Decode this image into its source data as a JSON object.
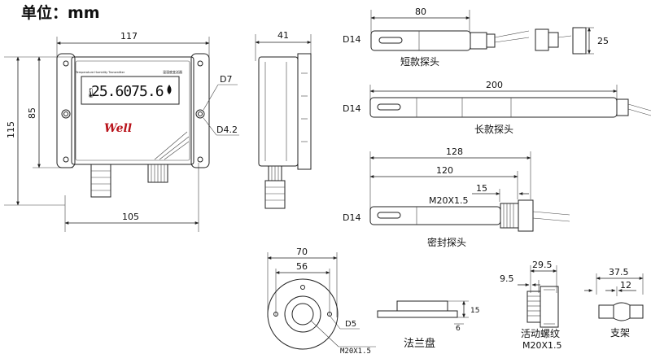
{
  "header": {
    "unit_label": "单位：mm"
  },
  "housing": {
    "width_dim": "117",
    "depth_dim": "41",
    "height_outer_dim": "115",
    "height_inner_dim": "85",
    "bottom_dim": "105",
    "hole_dim_d7": "D7",
    "hole_dim_d42": "D4.2",
    "lcd_text": "25.6075.6",
    "brand": "Well",
    "lcd_header_left": "Temperature Humidity Transmitter",
    "lcd_header_right": "温湿度变送器"
  },
  "short_probe": {
    "length_dim": "80",
    "height_dim": "25",
    "dia": "D14",
    "caption": "短款探头"
  },
  "long_probe": {
    "length_dim": "200",
    "dia": "D14",
    "caption": "长款探头"
  },
  "sealed_probe": {
    "total_dim": "128",
    "body_dim": "120",
    "thread_dim": "15",
    "thread_label": "M20X1.5",
    "dia": "D14",
    "caption": "密封探头"
  },
  "flange": {
    "outer_dim": "70",
    "hole_spacing_dim": "56",
    "hole_label": "D5",
    "thread_label": "M20X1.5",
    "thick_dim": "15",
    "plate_dim": "6",
    "caption": "法兰盘"
  },
  "fitting": {
    "total_dim": "29.5",
    "left_dim": "9.5",
    "caption": "活动螺纹",
    "thread_label": "M20X1.5"
  },
  "bracket": {
    "total_dim": "37.5",
    "inner_dim": "12",
    "caption": "支架"
  }
}
